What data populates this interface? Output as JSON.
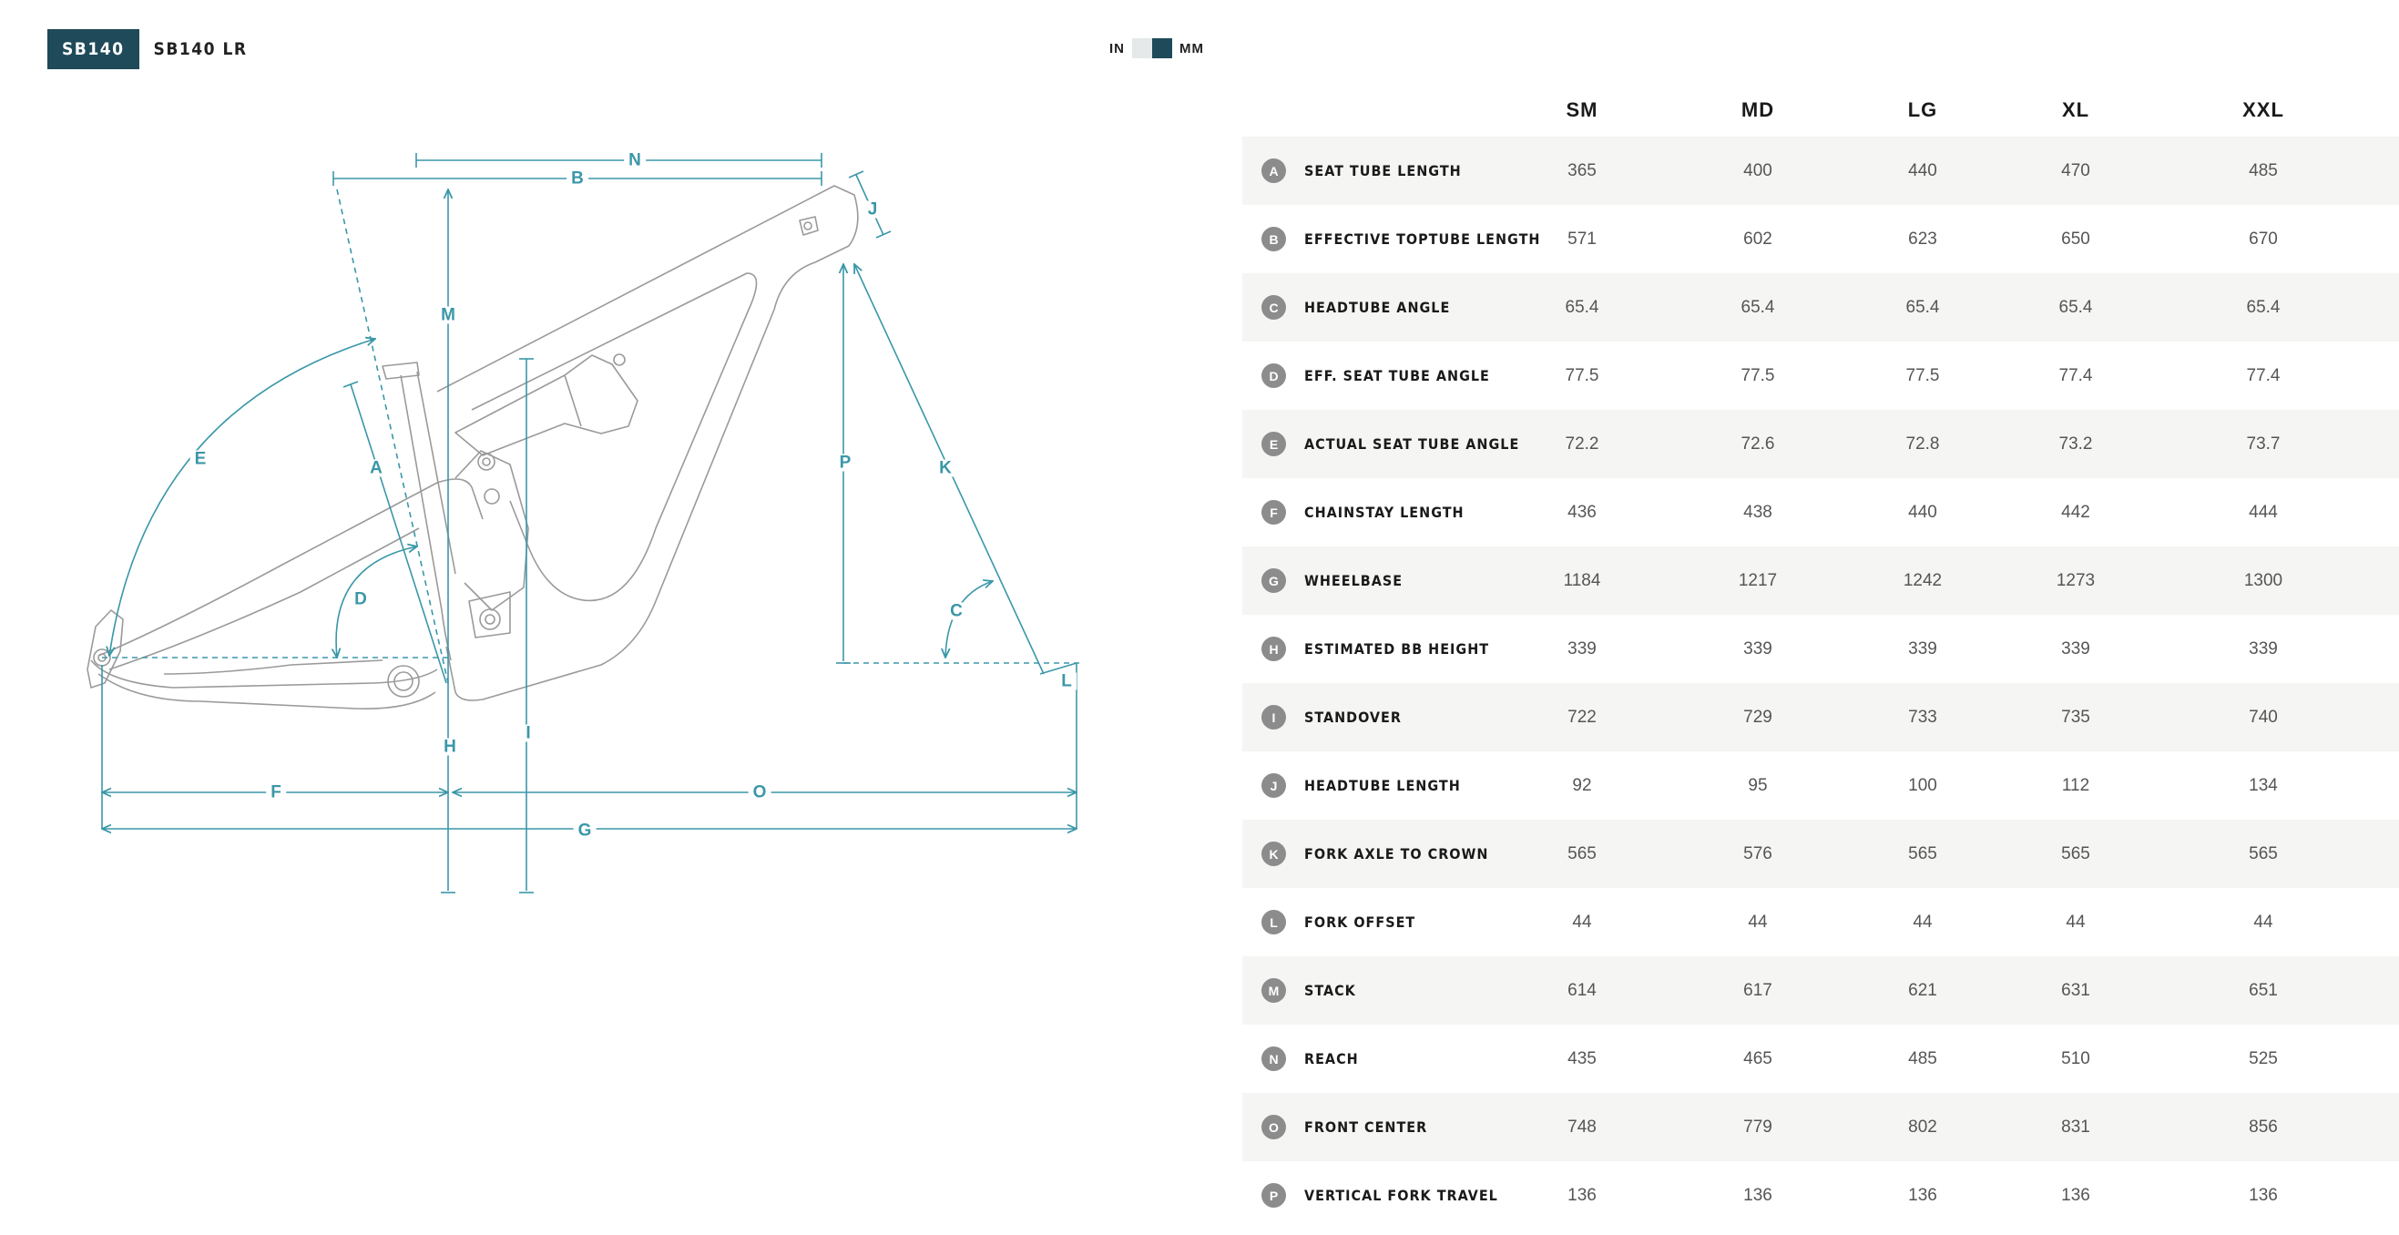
{
  "header": {
    "models": [
      {
        "label": "SB140",
        "active": true
      },
      {
        "label": "SB140 LR",
        "active": false
      }
    ],
    "units": {
      "left": "IN",
      "right": "MM",
      "selected": "MM"
    }
  },
  "diagram": {
    "labels": {
      "A": "A",
      "B": "B",
      "C": "C",
      "D": "D",
      "E": "E",
      "F": "F",
      "G": "G",
      "H": "H",
      "I": "I",
      "J": "J",
      "K": "K",
      "L": "L",
      "M": "M",
      "N": "N",
      "O": "O",
      "P": "P"
    },
    "colors": {
      "dimension": "#3a97a8",
      "frame": "#9a9a9a"
    }
  },
  "table": {
    "sizes": [
      "SM",
      "MD",
      "LG",
      "XL",
      "XXL"
    ],
    "rows": [
      {
        "letter": "A",
        "name": "SEAT TUBE LENGTH",
        "values": [
          "365",
          "400",
          "440",
          "470",
          "485"
        ]
      },
      {
        "letter": "B",
        "name": "EFFECTIVE TOPTUBE LENGTH",
        "values": [
          "571",
          "602",
          "623",
          "650",
          "670"
        ]
      },
      {
        "letter": "C",
        "name": "HEADTUBE ANGLE",
        "values": [
          "65.4",
          "65.4",
          "65.4",
          "65.4",
          "65.4"
        ]
      },
      {
        "letter": "D",
        "name": "EFF. SEAT TUBE ANGLE",
        "values": [
          "77.5",
          "77.5",
          "77.5",
          "77.4",
          "77.4"
        ]
      },
      {
        "letter": "E",
        "name": "ACTUAL SEAT TUBE ANGLE",
        "values": [
          "72.2",
          "72.6",
          "72.8",
          "73.2",
          "73.7"
        ]
      },
      {
        "letter": "F",
        "name": "CHAINSTAY LENGTH",
        "values": [
          "436",
          "438",
          "440",
          "442",
          "444"
        ]
      },
      {
        "letter": "G",
        "name": "WHEELBASE",
        "values": [
          "1184",
          "1217",
          "1242",
          "1273",
          "1300"
        ]
      },
      {
        "letter": "H",
        "name": "ESTIMATED BB HEIGHT",
        "values": [
          "339",
          "339",
          "339",
          "339",
          "339"
        ]
      },
      {
        "letter": "I",
        "name": "STANDOVER",
        "values": [
          "722",
          "729",
          "733",
          "735",
          "740"
        ]
      },
      {
        "letter": "J",
        "name": "HEADTUBE LENGTH",
        "values": [
          "92",
          "95",
          "100",
          "112",
          "134"
        ]
      },
      {
        "letter": "K",
        "name": "FORK AXLE TO CROWN",
        "values": [
          "565",
          "576",
          "565",
          "565",
          "565"
        ]
      },
      {
        "letter": "L",
        "name": "FORK OFFSET",
        "values": [
          "44",
          "44",
          "44",
          "44",
          "44"
        ]
      },
      {
        "letter": "M",
        "name": "STACK",
        "values": [
          "614",
          "617",
          "621",
          "631",
          "651"
        ]
      },
      {
        "letter": "N",
        "name": "REACH",
        "values": [
          "435",
          "465",
          "485",
          "510",
          "525"
        ]
      },
      {
        "letter": "O",
        "name": "FRONT CENTER",
        "values": [
          "748",
          "779",
          "802",
          "831",
          "856"
        ]
      },
      {
        "letter": "P",
        "name": "VERTICAL FORK TRAVEL",
        "values": [
          "136",
          "136",
          "136",
          "136",
          "136"
        ]
      }
    ]
  }
}
